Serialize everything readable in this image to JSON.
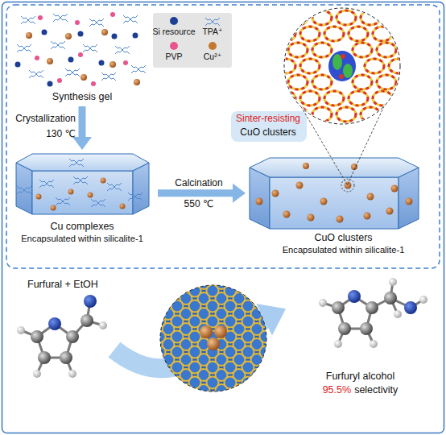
{
  "diagram": {
    "nodes": [
      {
        "text": [
          "Synthesis gel"
        ]
      },
      {
        "text": [
          "Cu complexes",
          "Encapsulated within silicalite-1"
        ]
      },
      {
        "text": [
          "Sinter-resisting",
          "CuO clusters"
        ]
      },
      {
        "text": [
          "CuO clusters",
          "Encapsulated within silicalite-1"
        ]
      },
      {
        "text": [
          "Furfural + EtOH"
        ]
      },
      {
        "text": [
          "Furfuryl alcohol",
          "95.5%",
          "selectivity"
        ]
      }
    ],
    "edges": [
      {
        "from": 0,
        "to": 1,
        "arrow": "to"
      },
      {
        "from": 1,
        "to": 3,
        "arrow": "to"
      },
      {
        "from": 3,
        "to": 2,
        "arrow": "none"
      },
      {
        "from": 4,
        "to": 5,
        "arrow": "to"
      }
    ],
    "labels": [
      "Crystallization",
      "130 ℃",
      "Calcination",
      "550 ℃"
    ],
    "legend": [
      {
        "text": "Si resource",
        "color": "#1c3f94"
      },
      {
        "text": "TPA⁺"
      },
      {
        "text": "PVP",
        "color": "#e8558e"
      },
      {
        "text": "Cu²⁺",
        "color": "#c4782f"
      }
    ]
  }
}
